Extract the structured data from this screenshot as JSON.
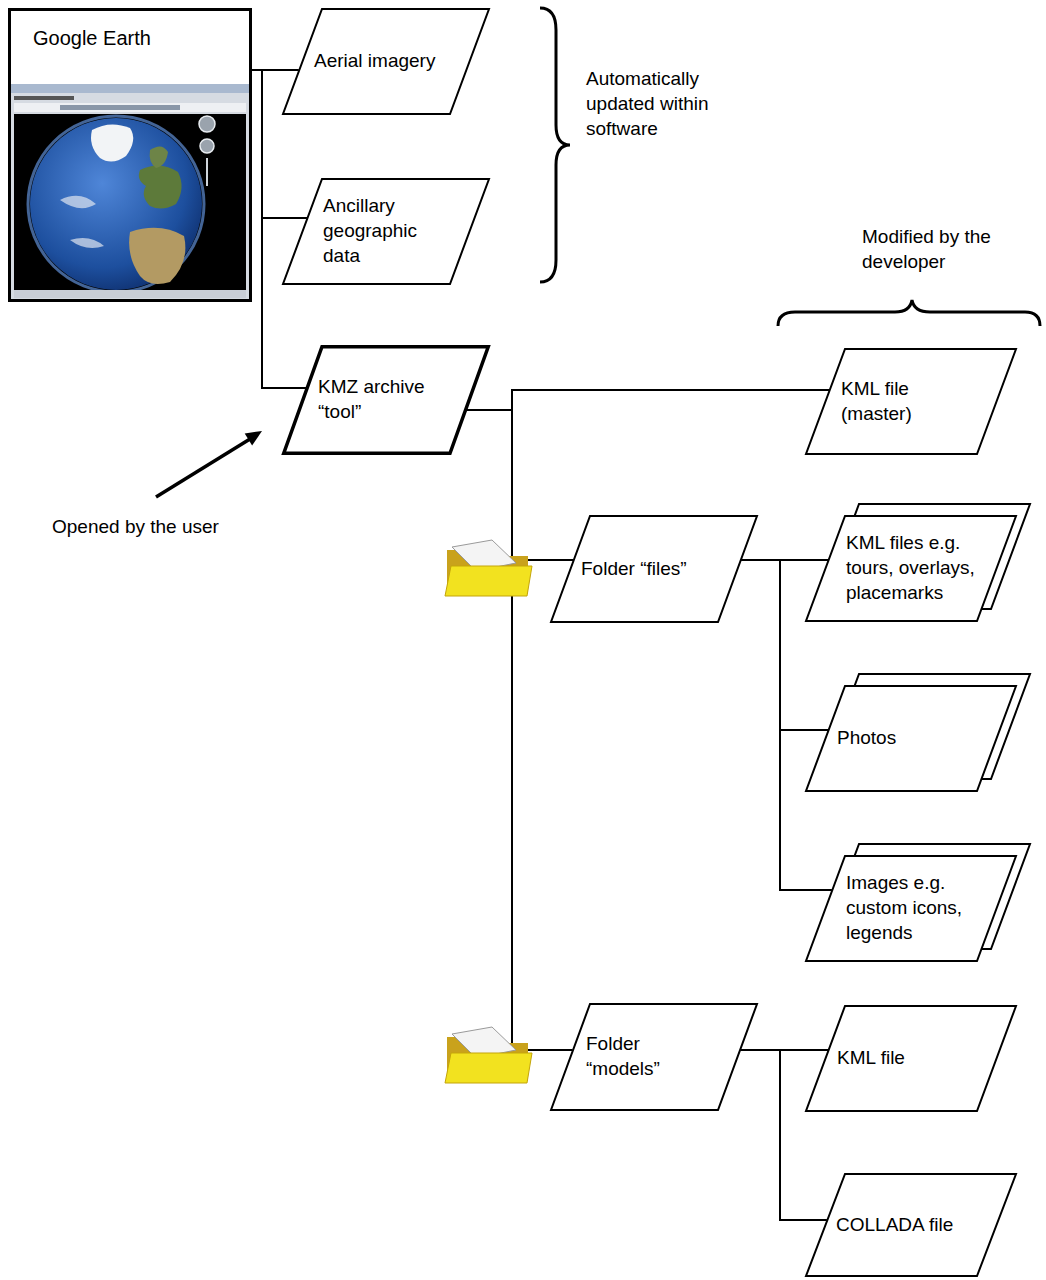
{
  "diagram": {
    "nodes": [
      {
        "text": [
          "Google Earth"
        ]
      },
      {
        "text": [
          "Aerial imagery"
        ]
      },
      {
        "text": [
          "Ancillary geographic data"
        ]
      },
      {
        "text": [
          "KMZ archive “tool”"
        ]
      },
      {
        "text": [
          "KML file (master)"
        ]
      },
      {
        "text": [
          "Folder “files”"
        ]
      },
      {
        "text": [
          "KML files e.g. tours, overlays, placemarks"
        ]
      },
      {
        "text": [
          "Photos"
        ]
      },
      {
        "text": [
          "Images e.g. custom icons, legends"
        ]
      },
      {
        "text": [
          "Folder “models”"
        ]
      },
      {
        "text": [
          "KML file"
        ]
      },
      {
        "text": [
          "COLLADA file"
        ]
      }
    ],
    "edges": [
      {
        "from": 0,
        "to": 1,
        "arrow": "none"
      },
      {
        "from": 0,
        "to": 2,
        "arrow": "none"
      },
      {
        "from": 0,
        "to": 3,
        "arrow": "none"
      },
      {
        "from": 3,
        "to": 4,
        "arrow": "none"
      },
      {
        "from": 3,
        "to": 5,
        "arrow": "none"
      },
      {
        "from": 3,
        "to": 9,
        "arrow": "none"
      },
      {
        "from": 5,
        "to": 6,
        "arrow": "none"
      },
      {
        "from": 5,
        "to": 7,
        "arrow": "none"
      },
      {
        "from": 5,
        "to": 8,
        "arrow": "none"
      },
      {
        "from": 9,
        "to": 10,
        "arrow": "none"
      },
      {
        "from": 9,
        "to": 11,
        "arrow": "none"
      }
    ],
    "labels": [
      "Automatically updated within software",
      "Modified by the developer",
      "Opened by the user"
    ]
  }
}
